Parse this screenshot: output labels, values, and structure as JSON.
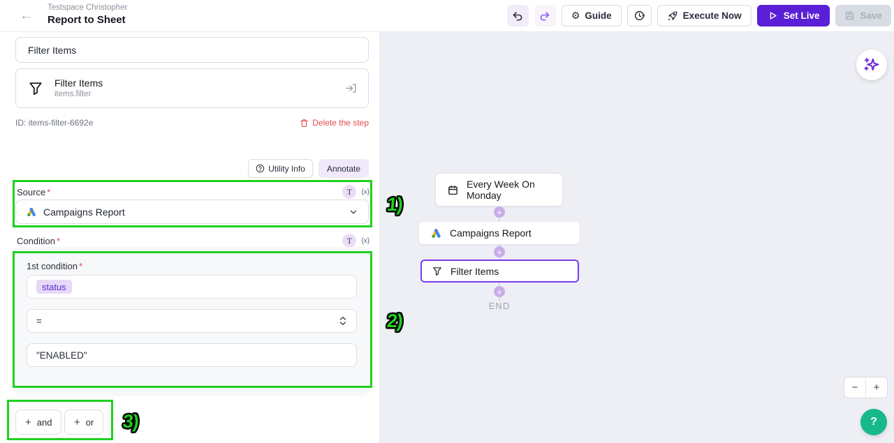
{
  "header": {
    "back_icon": "←",
    "workspace": "Testspace Christopher",
    "title": "Report to Sheet",
    "guide_label": "Guide",
    "execute_label": "Execute Now",
    "set_live_label": "Set Live",
    "save_label": "Save"
  },
  "panel": {
    "step_name_value": "Filter Items",
    "step_card": {
      "title": "Filter Items",
      "subtitle": "items.filter"
    },
    "step_id": "ID: items-filter-6692e",
    "delete_label": "Delete the step",
    "utility_info_label": "Utility Info",
    "annotate_label": "Annotate",
    "required_mark": "*",
    "type_badge": "T",
    "var_badge": "{x}",
    "source": {
      "label": "Source",
      "value": "Campaigns Report"
    },
    "condition": {
      "label": "Condition",
      "first_label": "1st condition",
      "field_token": "status",
      "operator": "=",
      "value": "\"ENABLED\""
    },
    "plus": "+",
    "and_label": "and",
    "or_label": "or"
  },
  "canvas": {
    "plus": "+",
    "nodes": [
      {
        "label": "Every Week On Monday",
        "icon": "calendar-icon"
      },
      {
        "label": "Campaigns Report",
        "icon": "google-ads-icon"
      },
      {
        "label": "Filter Items",
        "icon": "filter-icon"
      }
    ],
    "end_label": "END"
  },
  "controls": {
    "zoom_out": "−",
    "zoom_in": "+",
    "help": "?"
  },
  "annotations": {
    "marker1": "1)",
    "marker2": "2)",
    "marker3": "3)"
  },
  "colors": {
    "accent_purple": "#5a1fd6",
    "selected_node_border": "#7c3aed",
    "annotation_green": "#1fd01f",
    "danger_red": "#e5484d",
    "help_green": "#16b98c",
    "canvas_bg": "#edeff4"
  }
}
